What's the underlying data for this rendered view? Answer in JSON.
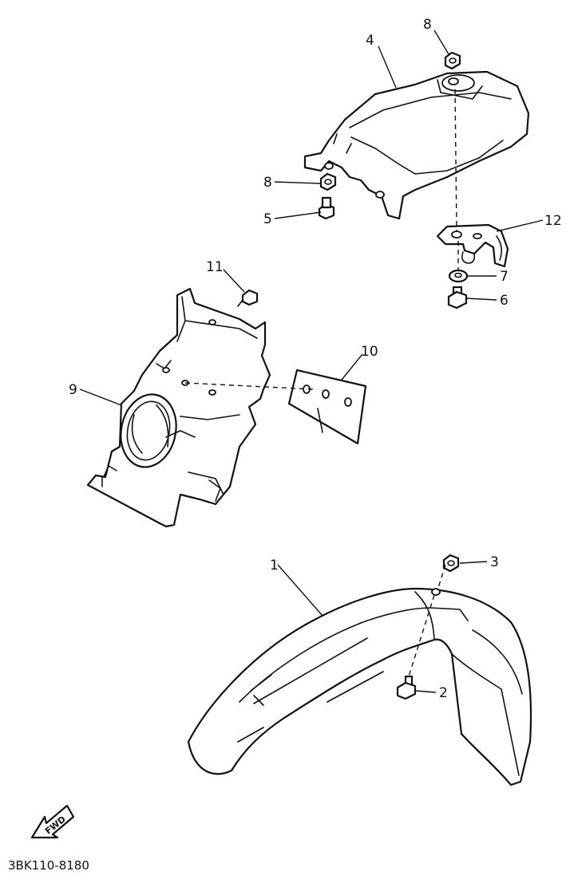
{
  "diagram": {
    "callouts": [
      "1",
      "2",
      "3",
      "4",
      "5",
      "6",
      "7",
      "8",
      "8",
      "9",
      "10",
      "11",
      "12"
    ],
    "direction_label": "FWD",
    "drawing_code": "3BK110-8180"
  }
}
